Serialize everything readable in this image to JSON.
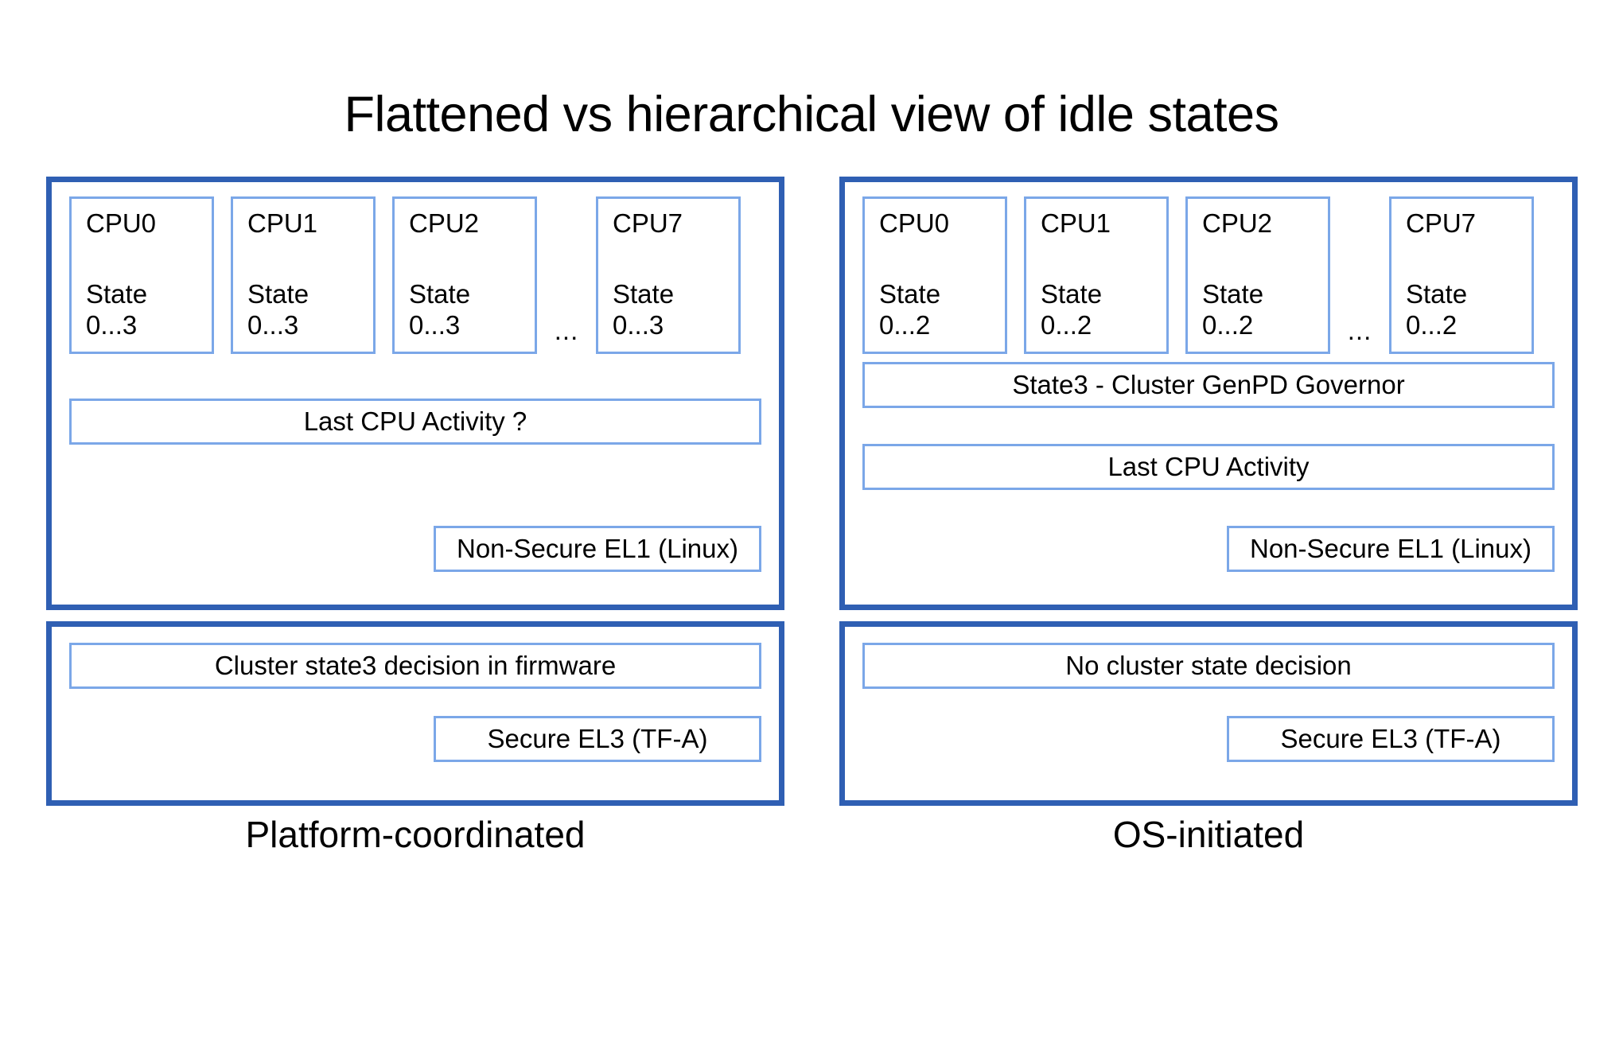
{
  "title": "Flattened vs hierarchical view of idle states",
  "colors": {
    "panel_border": "#2F5FB3",
    "inner_border": "#7BA7E8",
    "background": "#FFFFFF",
    "text": "#000000"
  },
  "ellipsis": "...",
  "left_column": {
    "caption": "Platform-coordinated",
    "os_panel": {
      "cpus": [
        {
          "name": "CPU0",
          "state_label": "State",
          "state_range": "0...3"
        },
        {
          "name": "CPU1",
          "state_label": "State",
          "state_range": "0...3"
        },
        {
          "name": "CPU2",
          "state_label": "State",
          "state_range": "0...3"
        },
        {
          "name": "CPU7",
          "state_label": "State",
          "state_range": "0...3"
        }
      ],
      "bars": [
        "Last CPU Activity ?"
      ],
      "exception_level": "Non-Secure EL1 (Linux)"
    },
    "fw_panel": {
      "bar": "Cluster state3 decision in firmware",
      "exception_level": "Secure EL3 (TF-A)"
    }
  },
  "right_column": {
    "caption": "OS-initiated",
    "os_panel": {
      "cpus": [
        {
          "name": "CPU0",
          "state_label": "State",
          "state_range": "0...2"
        },
        {
          "name": "CPU1",
          "state_label": "State",
          "state_range": "0...2"
        },
        {
          "name": "CPU2",
          "state_label": "State",
          "state_range": "0...2"
        },
        {
          "name": "CPU7",
          "state_label": "State",
          "state_range": "0...2"
        }
      ],
      "bars": [
        "State3 - Cluster GenPD Governor",
        "Last CPU Activity"
      ],
      "exception_level": "Non-Secure EL1 (Linux)"
    },
    "fw_panel": {
      "bar": "No cluster state decision",
      "exception_level": "Secure EL3 (TF-A)"
    }
  }
}
